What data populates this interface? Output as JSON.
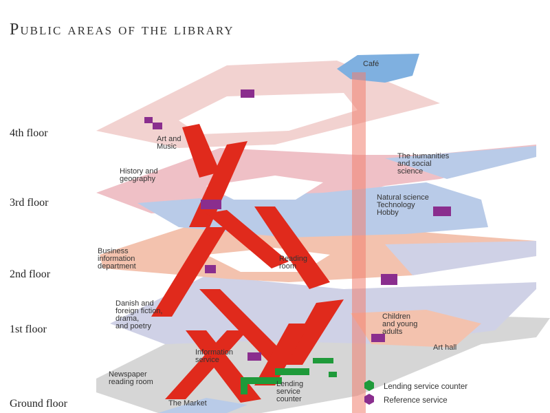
{
  "title": "Public areas of the library",
  "floors": [
    "4th floor",
    "3rd floor",
    "2nd floor",
    "1st floor",
    "Ground floor"
  ],
  "areas": {
    "cafe": "Café",
    "art_music": [
      "Art and",
      "Music"
    ],
    "history_geography": [
      "History and",
      "geography"
    ],
    "humanities": [
      "The humanities",
      "and social",
      "science"
    ],
    "natural_science": [
      "Natural science",
      "Technology",
      "Hobby"
    ],
    "business": [
      "Business",
      "information",
      "department"
    ],
    "reading_room": [
      "Reading",
      "room"
    ],
    "danish_fiction": [
      "Danish and",
      "foreign fiction,",
      "drama,",
      "and poetry"
    ],
    "children": [
      "Children",
      "and young",
      "adults"
    ],
    "art_hall": "Art hall",
    "information_service": [
      "Information",
      "service"
    ],
    "newspaper": [
      "Newspaper",
      "reading room"
    ],
    "lending_counter": [
      "Lending",
      "service",
      "counter"
    ],
    "market": "The Market"
  },
  "legend": [
    {
      "label": "Lending service counter",
      "color": "#1f9a3a",
      "icon": "green-hexagon-icon"
    },
    {
      "label": "Reference service",
      "color": "#8a2e8e",
      "icon": "purple-hexagon-icon"
    }
  ],
  "colors": {
    "floor_pink_light": "#f2d2d0",
    "floor_pink": "#efc0c6",
    "floor_blue": "#b9cbe8",
    "floor_salmon": "#f3c2ae",
    "floor_lavender": "#cfd1e6",
    "floor_grey": "#d6d6d6",
    "stairs_red": "#e02a1c",
    "lift_red": "#f08070",
    "reference_purple": "#8a2e8e",
    "lending_green": "#1f9a3a",
    "cafe_blue": "#7fb0e0"
  }
}
